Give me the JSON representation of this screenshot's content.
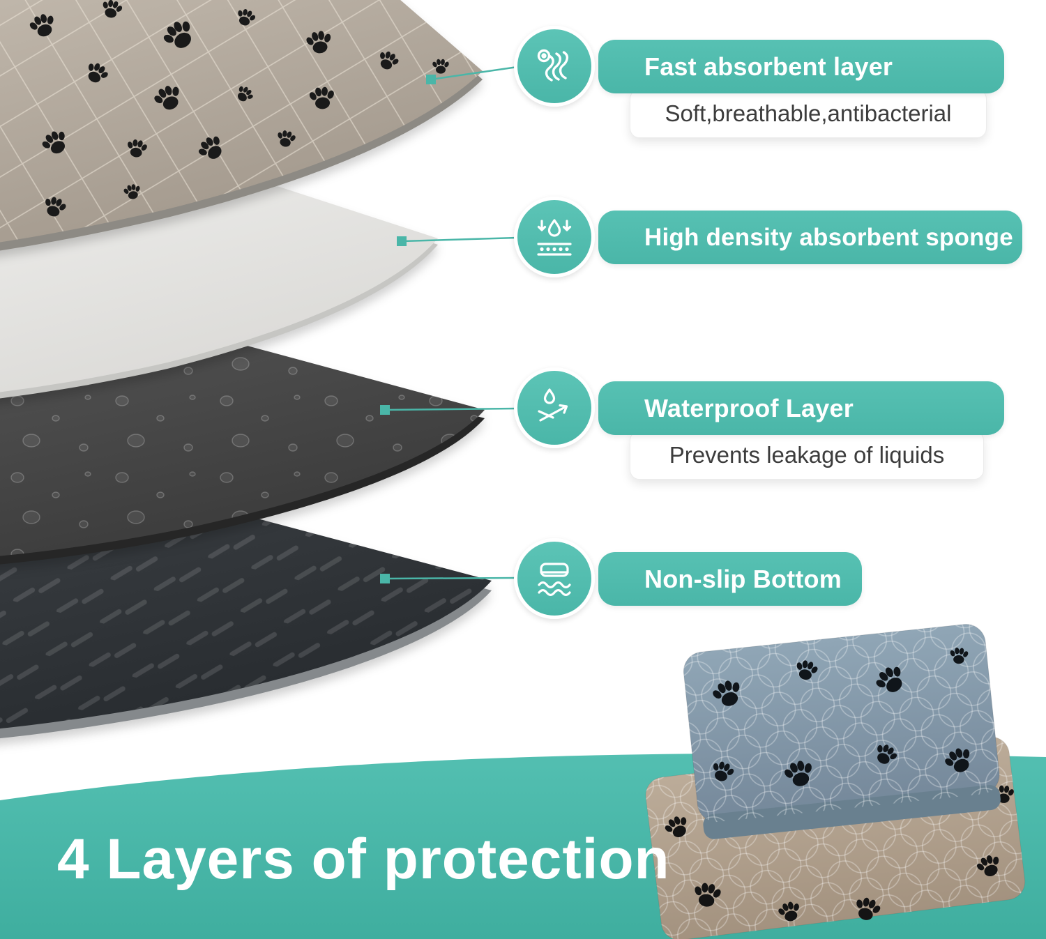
{
  "colors": {
    "accent": "#4ab6a8",
    "banner_text": "#ffffff",
    "subtitle_text": "#3c3c3c"
  },
  "footer": {
    "title": "4 Layers of protection"
  },
  "callouts": [
    {
      "icon": "fabric-roll-icon",
      "title": "Fast absorbent layer",
      "subtitle": "Soft,breathable,antibacterial"
    },
    {
      "icon": "sponge-absorb-icon",
      "title": "High density absorbent sponge"
    },
    {
      "icon": "waterproof-icon",
      "title": "Waterproof Layer",
      "subtitle": "Prevents leakage of liquids"
    },
    {
      "icon": "non-slip-icon",
      "title": "Non-slip Bottom"
    }
  ]
}
